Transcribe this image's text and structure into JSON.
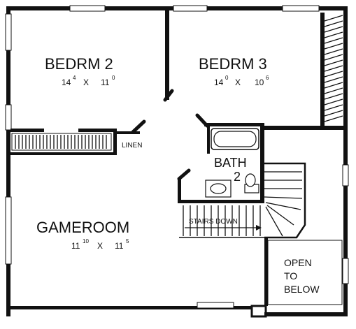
{
  "rooms": {
    "bedroom2": {
      "name": "BEDRM 2",
      "w_ft": "14",
      "w_in": "4",
      "sep": "X",
      "d_ft": "11",
      "d_in": "0"
    },
    "bedroom3": {
      "name": "BEDRM 3",
      "w_ft": "14",
      "w_in": "0",
      "sep": "X",
      "d_ft": "10",
      "d_in": "6"
    },
    "gameroom": {
      "name": "GAMEROOM",
      "w_ft": "11",
      "w_in": "10",
      "sep": "X",
      "d_ft": "11",
      "d_in": "5"
    },
    "bath": {
      "line1": "BATH",
      "line2": "2"
    },
    "linen": "LINEN",
    "stairs": "STAIRS DOWN",
    "open_below": [
      "OPEN",
      "TO",
      "BELOW"
    ]
  },
  "icons": [
    "door-swing-icon",
    "bathtub-icon",
    "toilet-icon",
    "sink-icon",
    "stair-arrow-icon"
  ]
}
